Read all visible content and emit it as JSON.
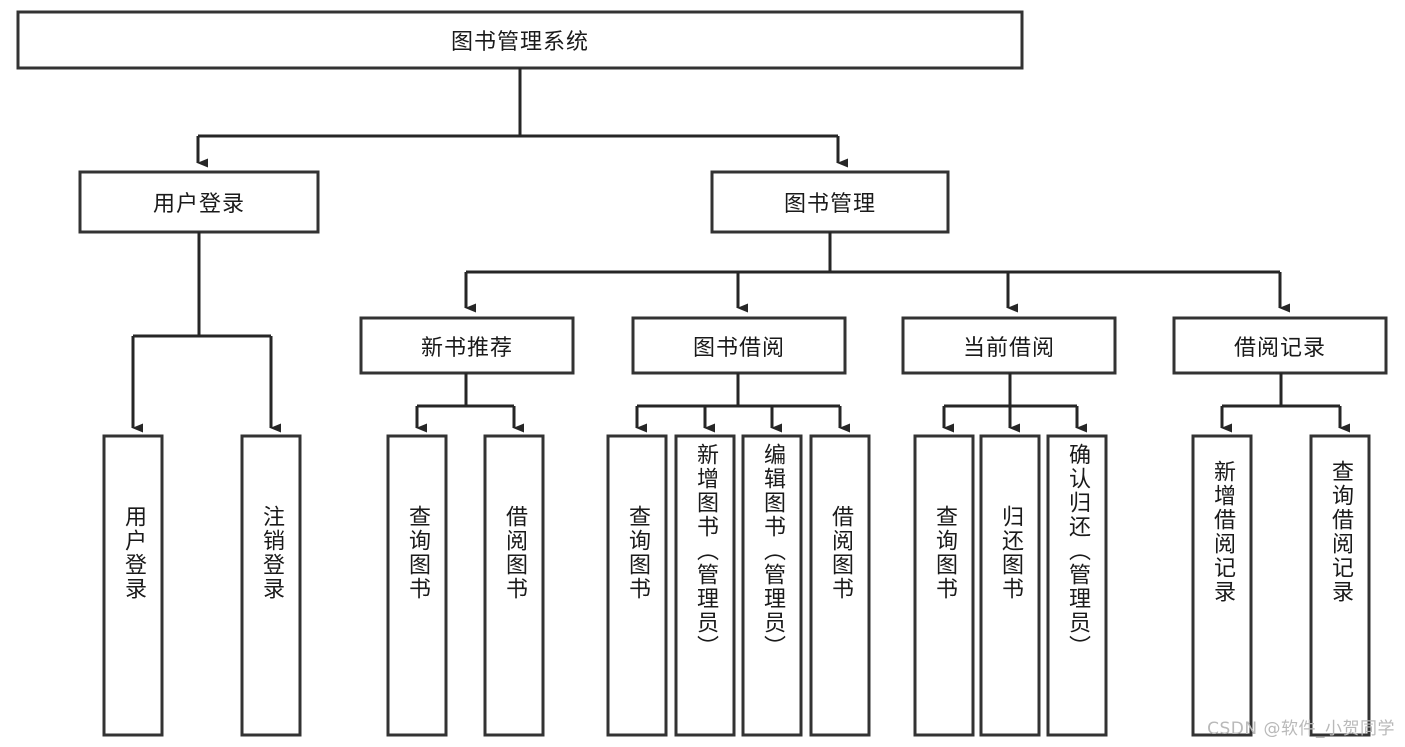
{
  "diagram": {
    "type": "tree",
    "title": "图书管理系统",
    "root": {
      "label": "图书管理系统"
    },
    "level2": [
      {
        "label": "用户登录"
      },
      {
        "label": "图书管理"
      }
    ],
    "level3": [
      {
        "label": "新书推荐"
      },
      {
        "label": "图书借阅"
      },
      {
        "label": "当前借阅"
      },
      {
        "label": "借阅记录"
      }
    ],
    "leaves": {
      "user_login": [
        {
          "label": "用户登录"
        },
        {
          "label": "注销登录"
        }
      ],
      "new_book": [
        {
          "label": "查询图书"
        },
        {
          "label": "借阅图书"
        }
      ],
      "book_borrow": [
        {
          "label": "查询图书"
        },
        {
          "label": "新增图书（管理员）"
        },
        {
          "label": "编辑图书（管理员）"
        },
        {
          "label": "借阅图书"
        }
      ],
      "current_borrow": [
        {
          "label": "查询图书"
        },
        {
          "label": "归还图书"
        },
        {
          "label": "确认归还（管理员）"
        }
      ],
      "borrow_record": [
        {
          "label": "新增借阅记录"
        },
        {
          "label": "查询借阅记录"
        }
      ]
    }
  },
  "watermark": {
    "text": "CSDN @软件_小贺同学"
  },
  "colors": {
    "box_stroke": "#333333",
    "box_fill": "#ffffff",
    "connector": "#262626",
    "text": "#1a1a1a",
    "watermark": "#b9b9b9",
    "background": "#ffffff"
  }
}
